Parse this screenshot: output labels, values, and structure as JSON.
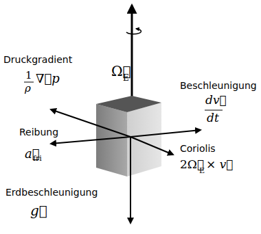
{
  "diagram": {
    "labels": [
      "Ω⃗",
      "E",
      "Druckgradient",
      "1",
      "ρ",
      "∇⃗p",
      "Reibung",
      "a⃗",
      "fri",
      "Beschleunigung",
      "dv⃗",
      "dt",
      "Coriolis",
      "2Ω⃗",
      "E",
      "× v⃗",
      "Erdbeschleunigung",
      "g⃗"
    ]
  }
}
